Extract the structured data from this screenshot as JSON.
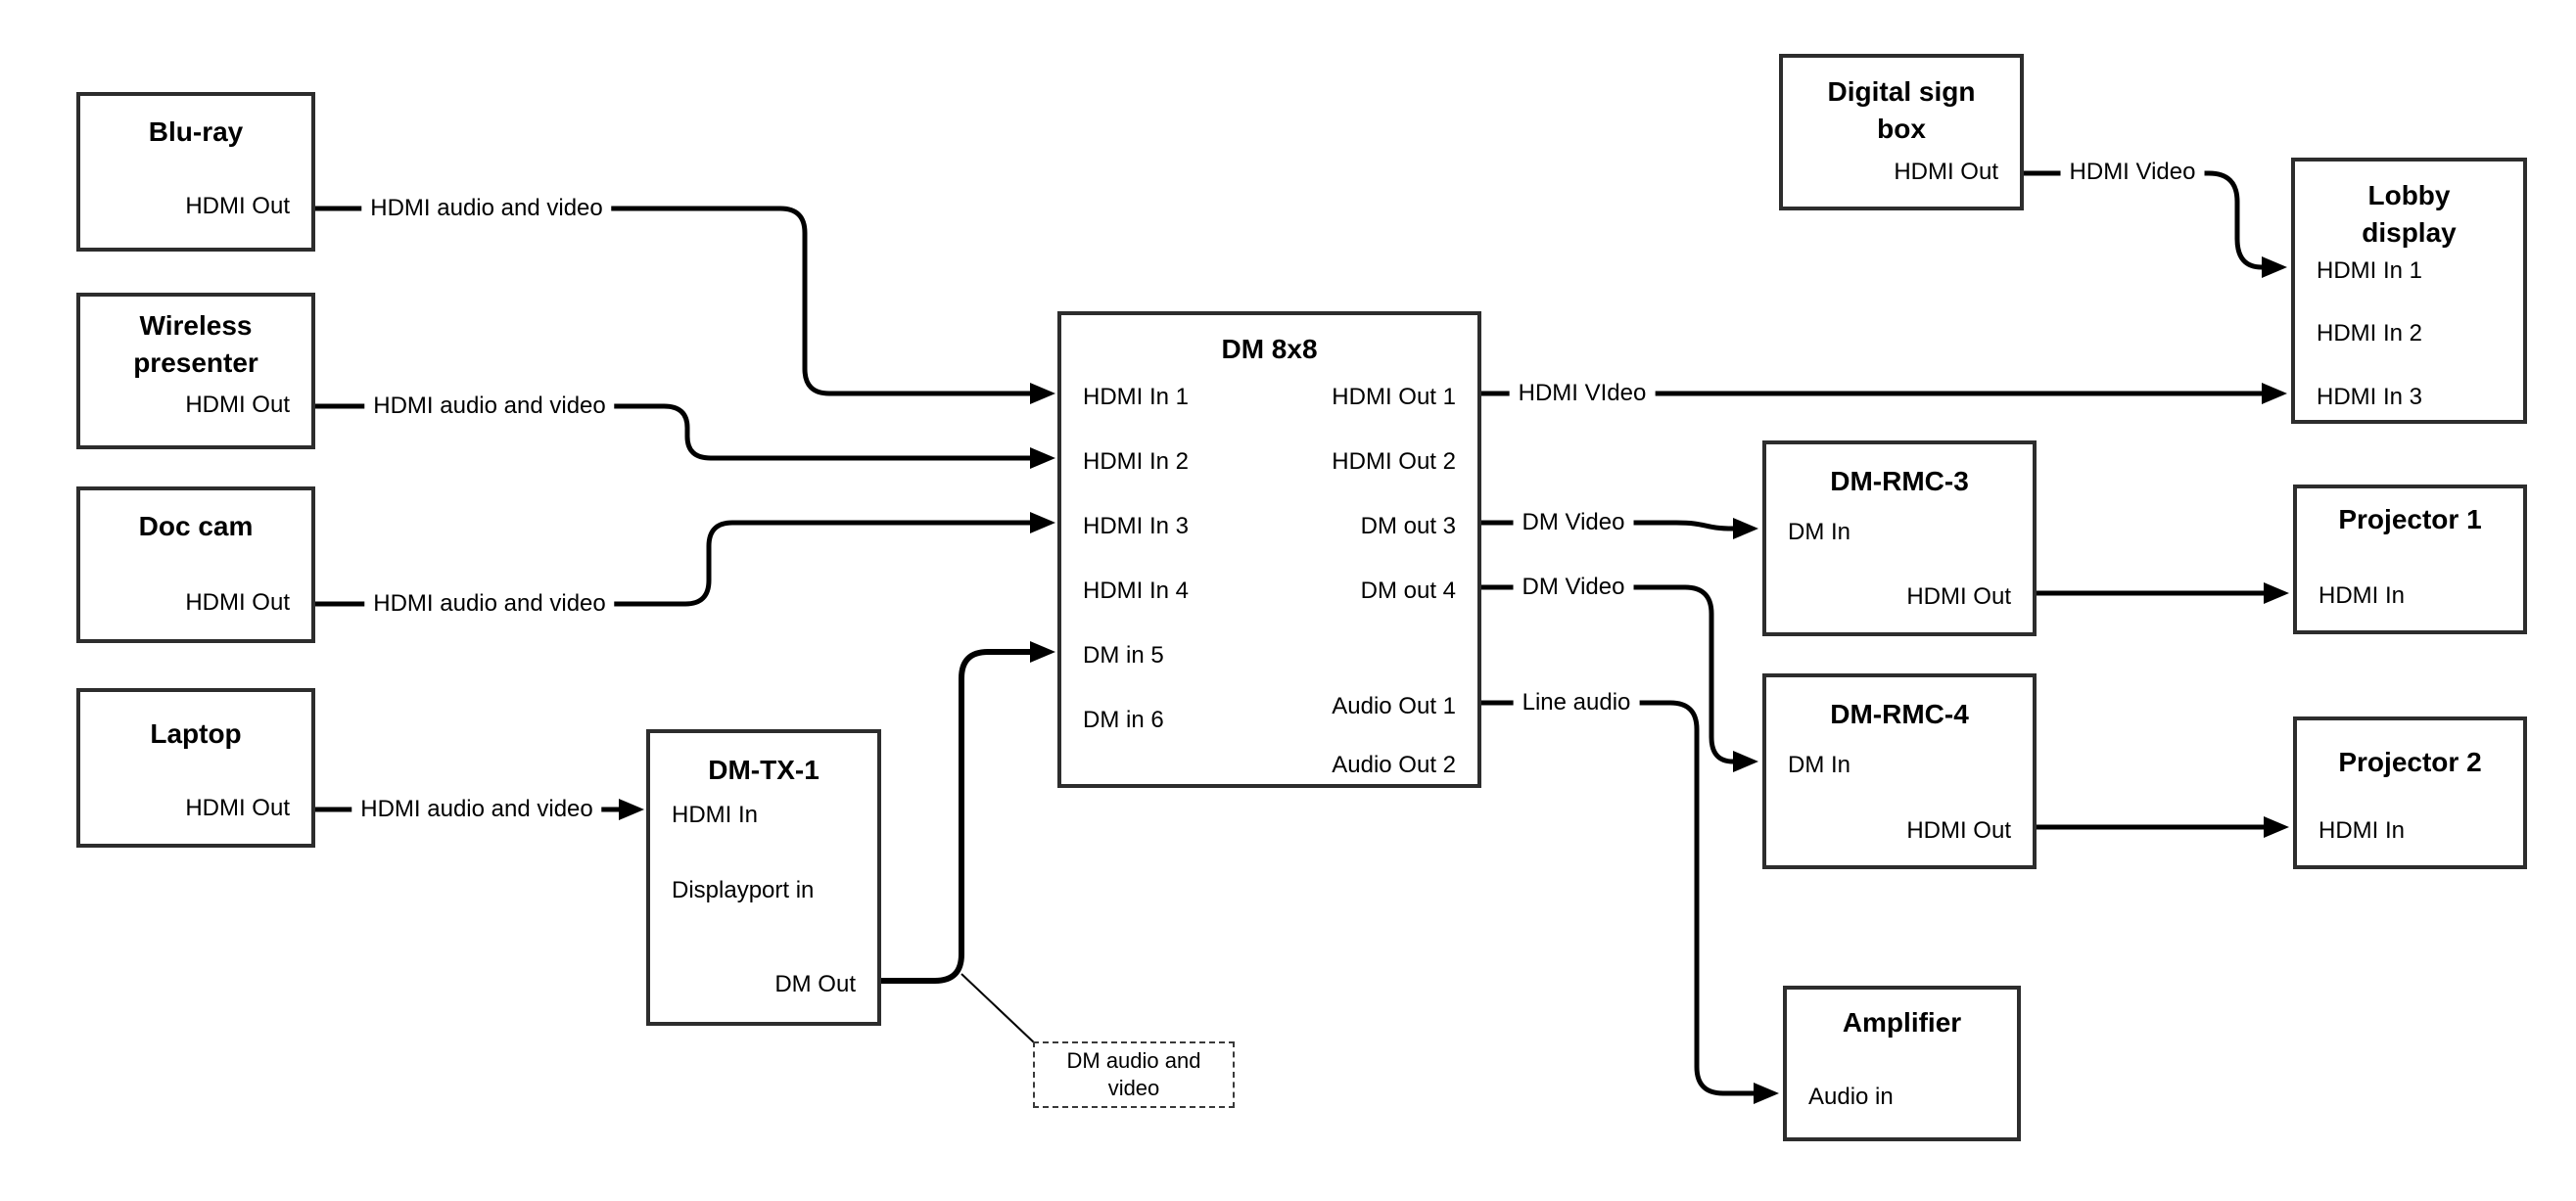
{
  "colors": {
    "wire": "#000000",
    "box_border": "#2d2d2d",
    "background": "#ffffff"
  },
  "nodes": {
    "bluray": {
      "title": "Blu-ray",
      "port": "HDMI Out"
    },
    "wireless": {
      "title": "Wireless\npresenter",
      "port": "HDMI Out"
    },
    "doccam": {
      "title": "Doc cam",
      "port": "HDMI Out"
    },
    "laptop": {
      "title": "Laptop",
      "port": "HDMI Out"
    },
    "dmtx1": {
      "title": "DM-TX-1",
      "ports": [
        "HDMI In",
        "Displayport in",
        "DM Out"
      ]
    },
    "dm8x8": {
      "title": "DM 8x8",
      "inputs": [
        "HDMI In 1",
        "HDMI In 2",
        "HDMI In 3",
        "HDMI In 4",
        "DM in 5",
        "DM in 6"
      ],
      "outputs": [
        "HDMI Out 1",
        "HDMI Out 2",
        "DM out 3",
        "DM out 4",
        "Audio Out 1",
        "Audio Out 2"
      ]
    },
    "digitalsign": {
      "title": "Digital sign\nbox",
      "port": "HDMI Out"
    },
    "lobby": {
      "title": "Lobby\ndisplay",
      "ports": [
        "HDMI In 1",
        "HDMI In 2",
        "HDMI In 3"
      ]
    },
    "dmrmc3": {
      "title": "DM-RMC-3",
      "ports": [
        "DM In",
        "HDMI Out"
      ]
    },
    "dmrmc4": {
      "title": "DM-RMC-4",
      "ports": [
        "DM In",
        "HDMI Out"
      ]
    },
    "proj1": {
      "title": "Projector 1",
      "port": "HDMI In"
    },
    "proj2": {
      "title": "Projector 2",
      "port": "HDMI In"
    },
    "amp": {
      "title": "Amplifier",
      "port": "Audio in"
    }
  },
  "wire_labels": {
    "bluray_wire": "HDMI audio and video",
    "wireless_wire": "HDMI audio and video",
    "doccam_wire": "HDMI audio and video",
    "laptop_wire": "HDMI audio and video",
    "matrix_out1_wire": "HDMI VIdeo",
    "digital_sign_wire": "HDMI Video",
    "dm_out3_wire": "DM Video",
    "dm_out4_wire": "DM Video",
    "audio_out1_wire": "Line audio"
  },
  "annotation": {
    "text": "DM audio and\nvideo"
  }
}
